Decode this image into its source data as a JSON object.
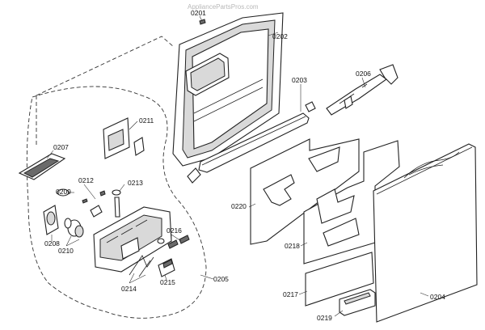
{
  "watermark": "AppliancePartsPros.com",
  "labels": {
    "p0201": "0201",
    "p0202": "0202",
    "p0203": "0203",
    "p0204": "0204",
    "p0205": "0205",
    "p0206": "0206",
    "p0207": "0207",
    "p0208": "0208",
    "p0209": "0209",
    "p0210": "0210",
    "p0211": "0211",
    "p0212": "0212",
    "p0213": "0213",
    "p0214": "0214",
    "p0215": "0215",
    "p0216": "0216",
    "p0217": "0217",
    "p0218": "0218",
    "p0219": "0219",
    "p0220": "0220"
  }
}
